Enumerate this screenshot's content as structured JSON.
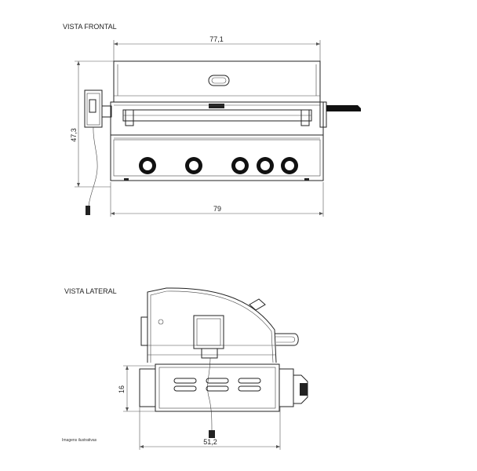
{
  "views": {
    "front": {
      "title": "VISTA FRONTAL",
      "dim_width_top": "77,1",
      "dim_width_bottom": "79",
      "dim_height": "47,3"
    },
    "side": {
      "title": "VISTA LATERAL",
      "dim_height": "16",
      "dim_depth": "51,2"
    }
  },
  "note": "Imagens ilustrativas"
}
